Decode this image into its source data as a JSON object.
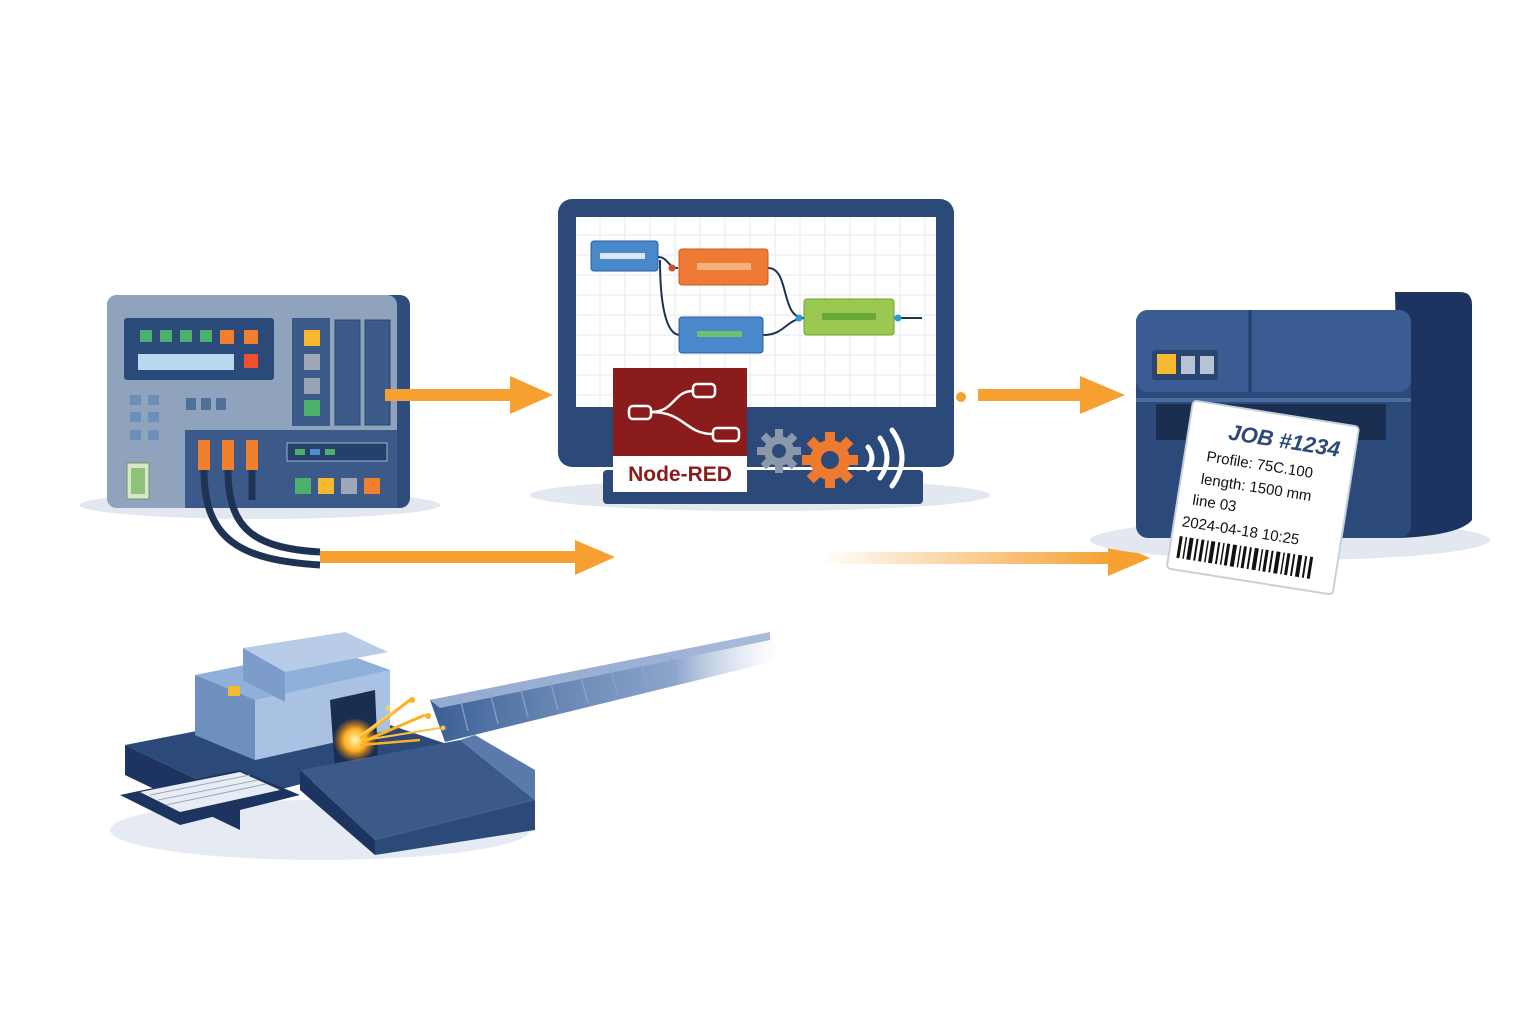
{
  "nodered": {
    "logo_text": "Node-RED"
  },
  "label": {
    "job": "JOB #1234",
    "profile": "Profile: 75C.100",
    "length": "length: 1500 mm",
    "line": "line 03",
    "timestamp": "2024-04-18 10:25"
  },
  "colors": {
    "arrow": "#f5a030",
    "navy": "#2b4a7a",
    "nodered_red": "#8b1c1c"
  },
  "icons": [
    "plc-controller",
    "monitor-node-red-flow",
    "gear-icon",
    "wireless-icon",
    "label-printer",
    "barcode",
    "saw-cutting-machine"
  ]
}
